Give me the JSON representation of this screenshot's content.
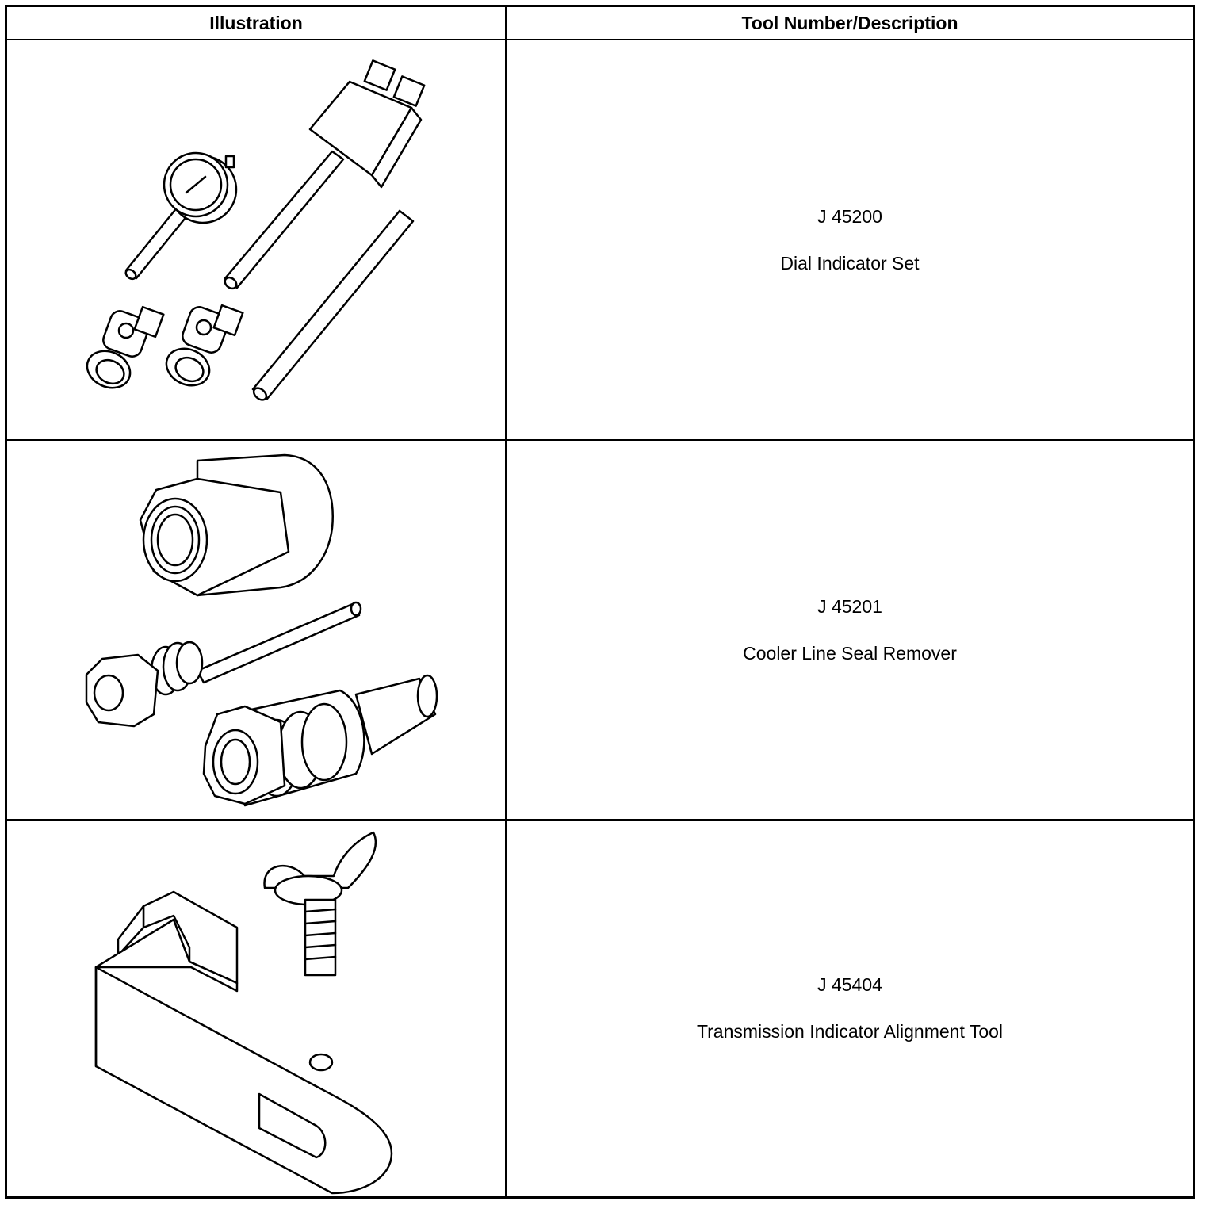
{
  "table": {
    "headers": {
      "illustration": "Illustration",
      "description": "Tool Number/Description"
    },
    "rows": [
      {
        "tool_number": "J 45200",
        "description": "Dial Indicator Set"
      },
      {
        "tool_number": "J 45201",
        "description": "Cooler Line Seal Remover"
      },
      {
        "tool_number": "J 45404",
        "description": "Transmission Indicator Alignment Tool"
      }
    ]
  }
}
